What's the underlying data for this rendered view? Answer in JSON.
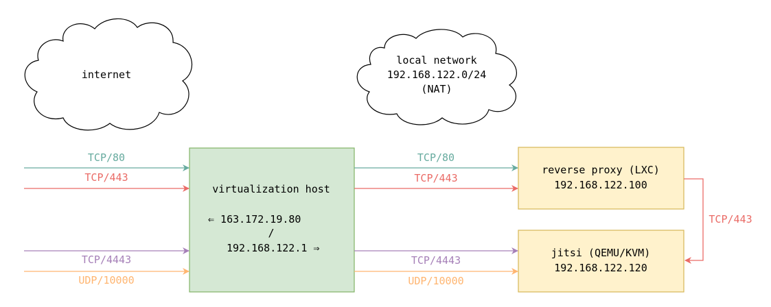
{
  "colors": {
    "green_line": "#67AB9F",
    "red_line": "#EA6B66",
    "purple_line": "#A680B8",
    "orange_line": "#FFB570",
    "host_fill": "#D5E8D4",
    "host_stroke": "#82B366",
    "vm_fill": "#FFF2CC",
    "vm_stroke": "#D6B656"
  },
  "clouds": {
    "internet": {
      "label": "internet"
    },
    "local": {
      "line1": "local network",
      "line2": "192.168.122.0/24",
      "line3": "(NAT)"
    }
  },
  "host": {
    "title": "virtualization host",
    "ip_line1": "⇐ 163.172.19.80",
    "ip_sep": "/",
    "ip_line2": "192.168.122.1 ⇒"
  },
  "proxy": {
    "line1": "reverse proxy (LXC)",
    "line2": "192.168.122.100"
  },
  "jitsi": {
    "line1": "jitsi (QEMU/KVM)",
    "line2": "192.168.122.120"
  },
  "labels": {
    "in_tcp80": "TCP/80",
    "in_tcp443": "TCP/443",
    "in_tcp4443": "TCP/4443",
    "in_udp10000": "UDP/10000",
    "out_tcp80": "TCP/80",
    "out_tcp443": "TCP/443",
    "out_tcp4443": "TCP/4443",
    "out_udp10000": "UDP/10000",
    "proxy_to_jitsi": "TCP/443"
  }
}
